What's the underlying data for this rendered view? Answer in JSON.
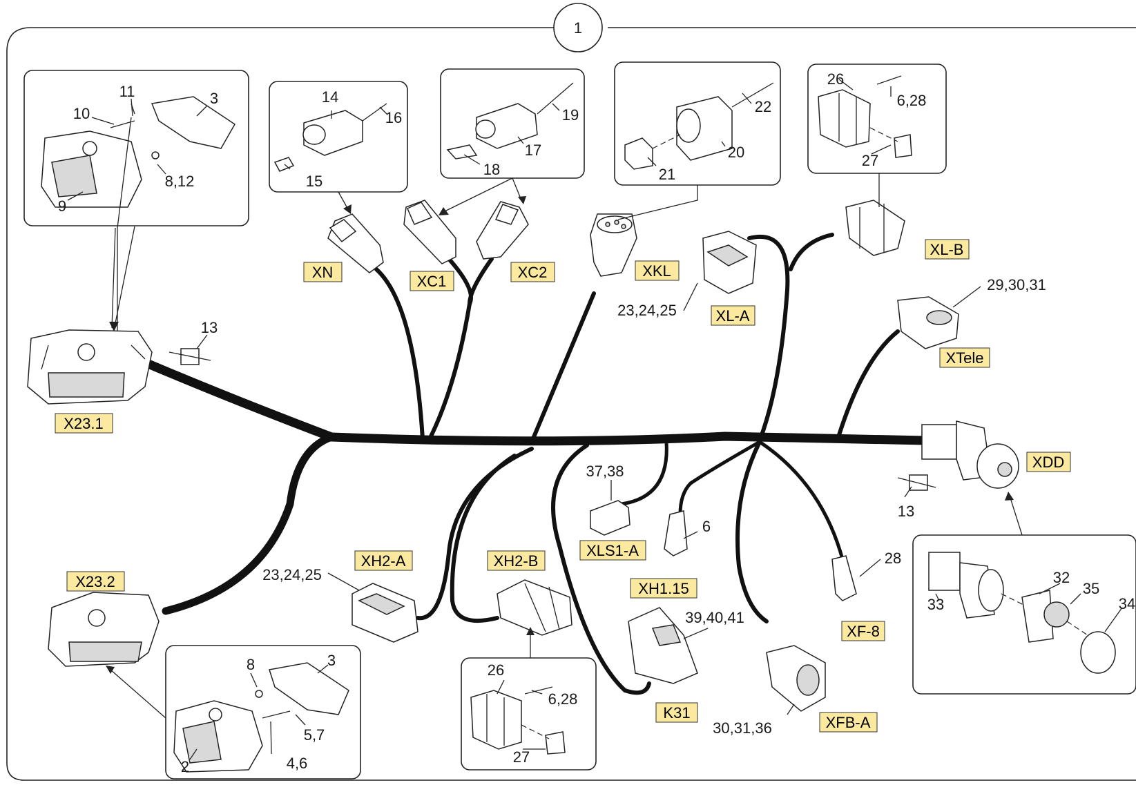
{
  "figure": {
    "index": "1"
  },
  "connectors": {
    "x23_1": "X23.1",
    "x23_2": "X23.2",
    "xn": "XN",
    "xc1": "XC1",
    "xc2": "XC2",
    "xkl": "XKL",
    "xl_a": "XL-A",
    "xl_b": "XL-B",
    "xtele": "XTele",
    "xdd": "XDD",
    "xh2_a": "XH2-A",
    "xh2_b": "XH2-B",
    "xls1_a": "XLS1-A",
    "xh1_15": "XH1.15",
    "k31": "K31",
    "xfb_a": "XFB-A",
    "xf_8": "XF-8"
  },
  "parts": {
    "p11": "11",
    "p3a": "3",
    "p10": "10",
    "p8_12": "8,12",
    "p9": "9",
    "p14": "14",
    "p16": "16",
    "p15": "15",
    "p19": "19",
    "p17": "17",
    "p18": "18",
    "p22": "22",
    "p20": "20",
    "p21": "21",
    "p26a": "26",
    "p6_28a": "6,28",
    "p27a": "27",
    "p13a": "13",
    "p29_31": "29,30,31",
    "p23_25a": "23,24,25",
    "p37_38": "37,38",
    "p6": "6",
    "p28": "28",
    "p13b": "13",
    "p23_25b": "23,24,25",
    "p39_41": "39,40,41",
    "p30_36": "30,31,36",
    "p33": "33",
    "p32": "32",
    "p35": "35",
    "p34": "34",
    "p26b": "26",
    "p6_28b": "6,28",
    "p27b": "27",
    "p8": "8",
    "p3b": "3",
    "p5_7": "5,7",
    "p4_6": "4,6",
    "p2": "2"
  }
}
